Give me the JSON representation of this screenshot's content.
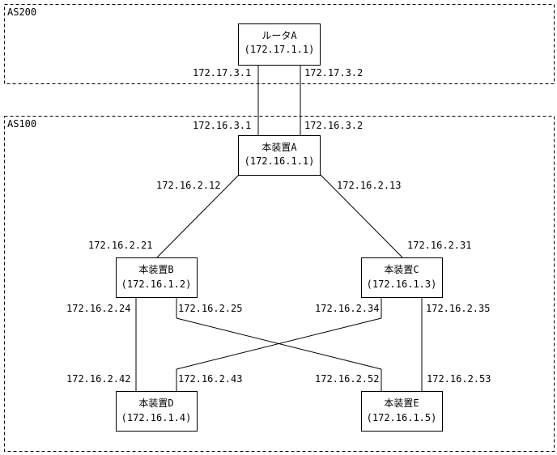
{
  "as_groups": [
    {
      "id": "as200",
      "label": "AS200"
    },
    {
      "id": "as100",
      "label": "AS100"
    }
  ],
  "nodes": [
    {
      "id": "router_a",
      "name": "ルータA",
      "address": "(172.17.1.1)"
    },
    {
      "id": "device_a",
      "name": "本装置A",
      "address": "(172.16.1.1)"
    },
    {
      "id": "device_b",
      "name": "本装置B",
      "address": "(172.16.1.2)"
    },
    {
      "id": "device_c",
      "name": "本装置C",
      "address": "(172.16.1.3)"
    },
    {
      "id": "device_d",
      "name": "本装置D",
      "address": "(172.16.1.4)"
    },
    {
      "id": "device_e",
      "name": "本装置E",
      "address": "(172.16.1.5)"
    }
  ],
  "links": [
    {
      "id": "ra_a_1",
      "from": "router_a",
      "to": "device_a",
      "from_ip": "172.17.3.1",
      "to_ip": "172.16.3.1"
    },
    {
      "id": "ra_a_2",
      "from": "router_a",
      "to": "device_a",
      "from_ip": "172.17.3.2",
      "to_ip": "172.16.3.2"
    },
    {
      "id": "a_b",
      "from": "device_a",
      "to": "device_b",
      "from_ip": "172.16.2.12",
      "to_ip": "172.16.2.21"
    },
    {
      "id": "a_c",
      "from": "device_a",
      "to": "device_c",
      "from_ip": "172.16.2.13",
      "to_ip": "172.16.2.31"
    },
    {
      "id": "b_d",
      "from": "device_b",
      "to": "device_d",
      "from_ip": "172.16.2.24",
      "to_ip": "172.16.2.42"
    },
    {
      "id": "b_e",
      "from": "device_b",
      "to": "device_e",
      "from_ip": "172.16.2.25",
      "to_ip": "172.16.2.52"
    },
    {
      "id": "c_d",
      "from": "device_c",
      "to": "device_d",
      "from_ip": "172.16.2.34",
      "to_ip": "172.16.2.43"
    },
    {
      "id": "c_e",
      "from": "device_c",
      "to": "device_e",
      "from_ip": "172.16.2.35",
      "to_ip": "172.16.2.53"
    }
  ]
}
